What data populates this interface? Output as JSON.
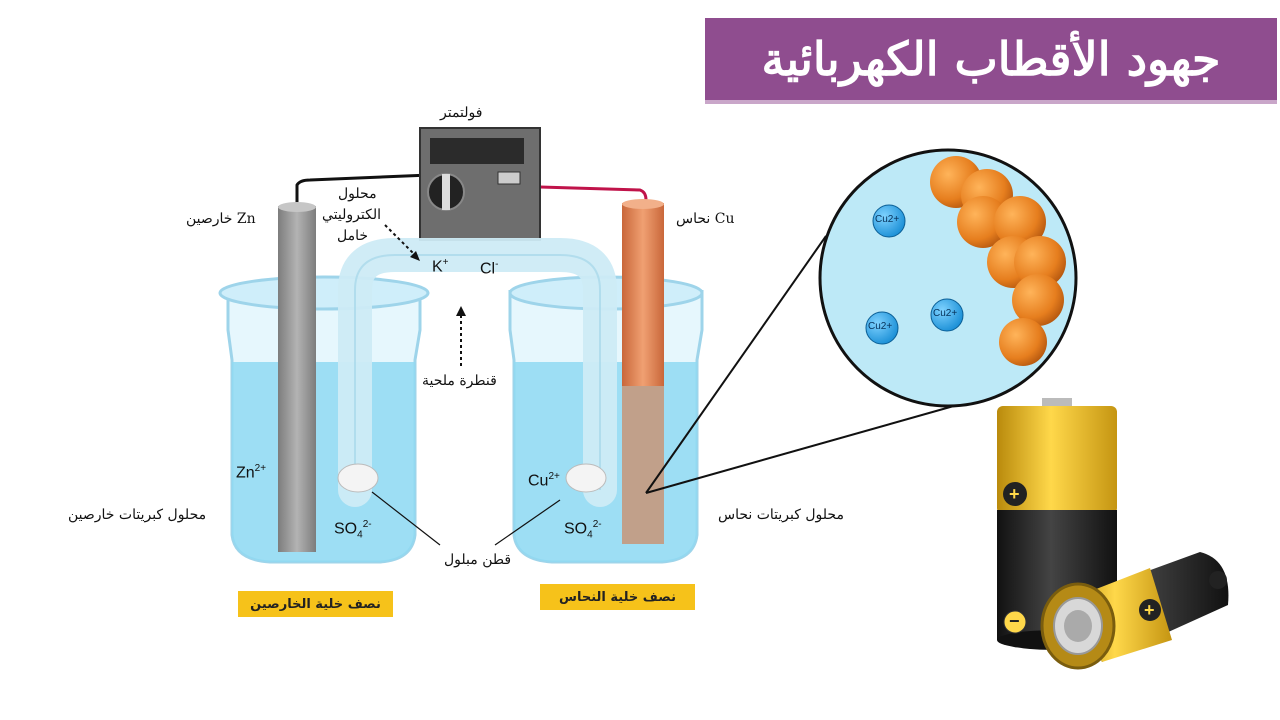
{
  "title": "جهود الأقطاب الكهربائية",
  "labels": {
    "voltmeter": "فولتمتر",
    "electrolyte_line1": "محلول",
    "electrolyte_line2": "الكتروليتي",
    "electrolyte_line3": "خامل",
    "zinc_electrode": "خارصين Zn",
    "copper_electrode": "نحاس Cu",
    "salt_bridge": "قنطرة ملحية",
    "zinc_solution": "محلول كبريتات خارصين",
    "copper_solution": "محلول كبريتات نحاس",
    "wet_cotton": "قطن مبلول"
  },
  "ions": {
    "k_base": "K",
    "k_charge": "+",
    "cl_base": "Cl",
    "cl_charge": "-",
    "zn_base": "Zn",
    "zn_charge": "2+",
    "cu_base": "Cu",
    "cu_charge": "2+",
    "so4_left_base": "SO",
    "so4_left_sub": "4",
    "so4_left_charge": "2-",
    "so4_right_base": "SO",
    "so4_right_sub": "4",
    "so4_right_charge": "2-",
    "zoom_cu1": "Cu2+",
    "zoom_cu2": "Cu2+",
    "zoom_cu3": "Cu2+"
  },
  "badges": {
    "zinc_half_cell": "نصف خلية الخارصين",
    "copper_half_cell": "نصف خلية النحاس"
  },
  "battery_terminals": {
    "plus1": "+",
    "minus1": "−",
    "plus2": "+"
  },
  "colors": {
    "title_bg": "#8f4d8f",
    "solution": "#8fd9f2",
    "zinc": "#9a9a9a",
    "copper": "#e08a5c",
    "badge": "#f6c21a"
  }
}
